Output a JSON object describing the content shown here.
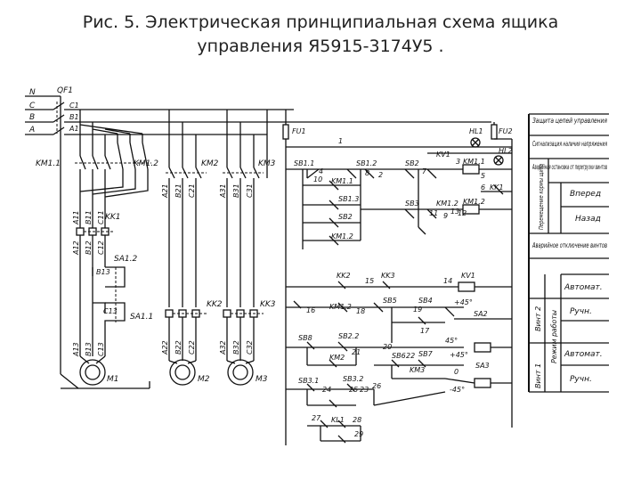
{
  "title": {
    "line1": "Рис. 5. Электрическая принципиальная схема ящика",
    "line2": "управления Я5915-3174У5 ."
  },
  "power": {
    "phase_labels": [
      "N",
      "C",
      "B",
      "A"
    ],
    "breaker": "QF1",
    "breaker_terms": [
      "C1",
      "B1",
      "A1"
    ],
    "contactors": [
      "KM1.1",
      "KM1.2",
      "KM2",
      "KM3"
    ],
    "rel_kk1": "KK1",
    "sa_labels": [
      "SA1.2",
      "SA1.1"
    ],
    "motor1_wires": [
      "A11",
      "B11",
      "C11",
      "A12",
      "B12",
      "C12",
      "B13",
      "C13",
      "A13",
      "B13",
      "C13"
    ],
    "motor2_wires": [
      "A21",
      "B21",
      "C21",
      "A22",
      "B22",
      "C22"
    ],
    "motor3_wires": [
      "A31",
      "B31",
      "C31",
      "A32",
      "B32",
      "C32"
    ],
    "thermal_labels": [
      "KK2",
      "KK3"
    ],
    "motors": [
      "M1",
      "M2",
      "M3"
    ]
  },
  "control": {
    "fuses": [
      "FU1",
      "FU2"
    ],
    "lamps": [
      "HL1",
      "HL2"
    ],
    "buttons": [
      "SB1.1",
      "SB1.2",
      "SB2",
      "SB1.3",
      "SB2",
      "SB3",
      "SB4",
      "SB5",
      "SB6",
      "SB7",
      "SB8",
      "SB2.2",
      "SB3.1",
      "SB3.2"
    ],
    "relays": [
      "KM1.1",
      "KM1.2",
      "KM1.2",
      "KM2",
      "KM3",
      "KV1",
      "KV1",
      "KK1",
      "KK2",
      "KK3",
      "KL1",
      "KM1.1",
      "KM1.2",
      "KM1.2"
    ],
    "sa": [
      "SA2",
      "SA3"
    ],
    "angles": [
      "+45°",
      "45°",
      "0",
      "+45°",
      "-45°"
    ],
    "nodes": [
      "1",
      "2",
      "3",
      "4",
      "5",
      "6",
      "7",
      "8",
      "9",
      "10",
      "11",
      "12",
      "13",
      "14",
      "15",
      "16",
      "17",
      "18",
      "19",
      "20",
      "21",
      "22",
      "23",
      "24",
      "25",
      "26",
      "27",
      "28",
      "29"
    ]
  },
  "legend": {
    "rows": [
      "Защита цепей управления",
      "Сигнализация наличия напряжения",
      "Аварийная остановка от перегрузки винтов",
      "Вперед",
      "Назад",
      "Аварийное отключение винтов",
      "Автомат.",
      "Ручн.",
      "Автомат.",
      "Ручн."
    ],
    "group_perem": "Перемещение кормы щита",
    "group_vint2": "Винт 2",
    "group_rezhim": "Режим работы",
    "group_vint1": "Винт 1"
  }
}
